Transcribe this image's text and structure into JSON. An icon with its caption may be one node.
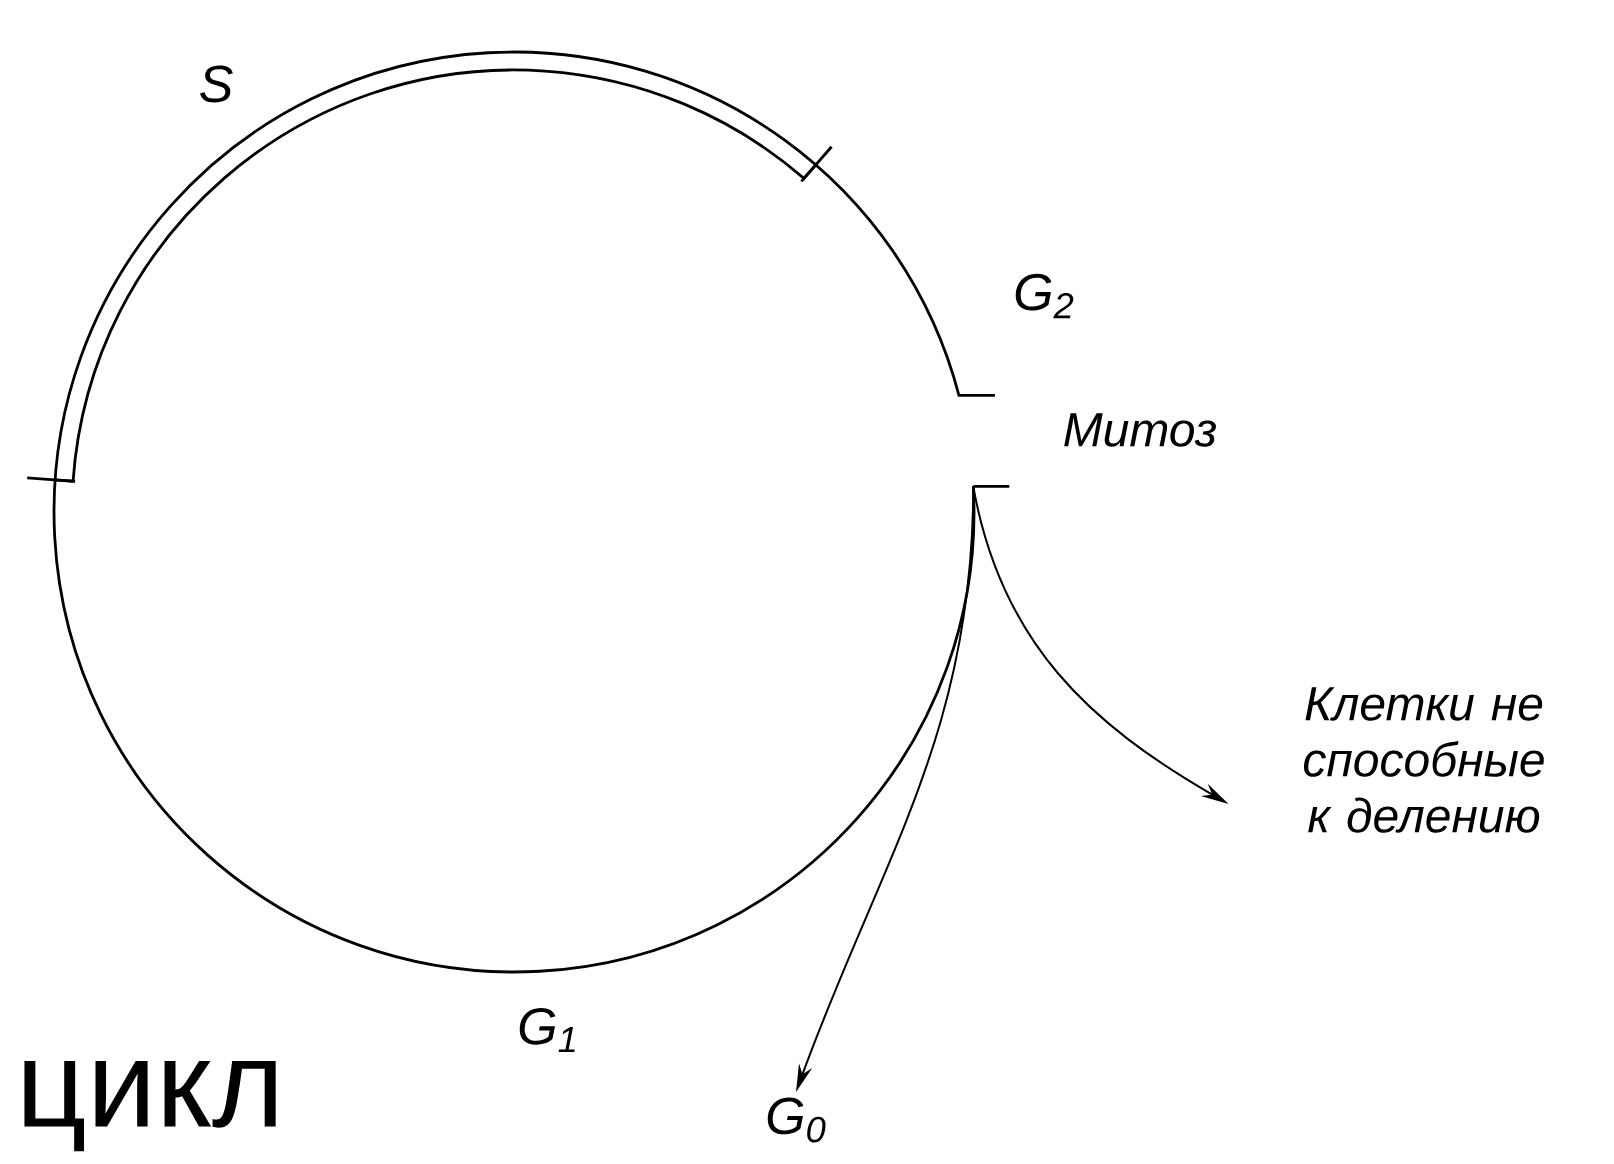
{
  "diagram": {
    "nodes": [
      {
        "text": [
          "Клетки не способные к делению"
        ]
      },
      {
        "text": [
          "G$_{0}$"
        ]
      }
    ],
    "edges": [
      {
        "from": null,
        "to": 0,
        "arrow": "to"
      },
      {
        "from": null,
        "to": 1,
        "arrow": "to"
      }
    ],
    "labels": [
      "S",
      "G$_{2}$",
      "Митоз",
      "G$_{1}$",
      "цикл"
    ]
  }
}
